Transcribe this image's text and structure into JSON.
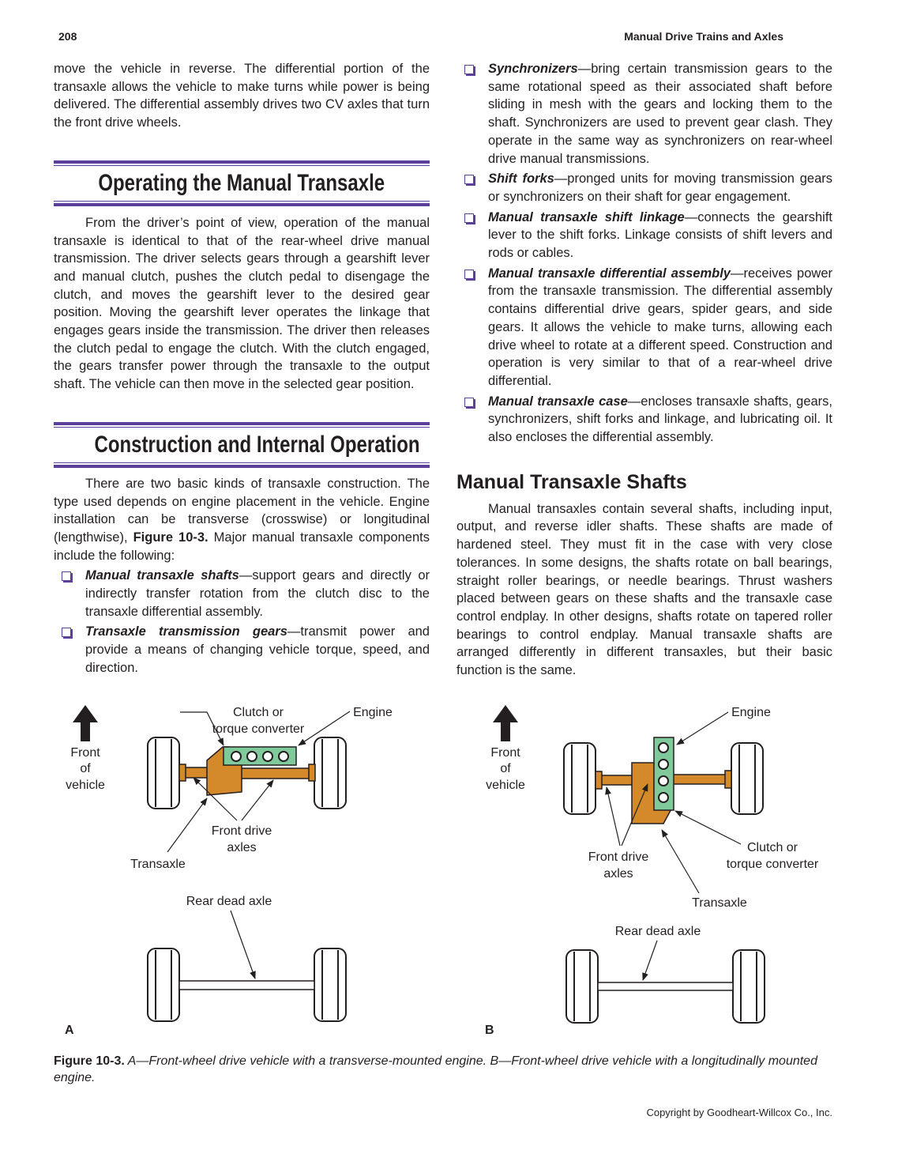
{
  "header": {
    "page_number": "208",
    "running_title": "Manual Drive Trains and Axles"
  },
  "left": {
    "para0": "move the vehicle in reverse. The differential portion of the transaxle allows the vehicle to make turns while power is being delivered. The differential assembly drives two CV axles that turn the front drive wheels.",
    "heading1": "Operating the Manual Transaxle",
    "para1": "From the driver’s point of view, operation of the manual transaxle is identical to that of the rear-wheel drive manual transmission. The driver selects gears through a gearshift lever and manual clutch, pushes the clutch pedal to disengage the clutch, and moves the gearshift lever to the desired gear position. Moving the gearshift lever operates the linkage that engages gears inside the trans­mission. The driver then releases the clutch pedal to engage the clutch. With the clutch engaged, the gears transfer power through the transaxle to the output shaft. The vehicle can then move in the selected gear position.",
    "heading2": "Construction and Internal Operation",
    "para2_a": "There are two basic kinds of transaxle construction. The type used depends on engine placement in the vehi­cle. Engine installation can be transverse (crosswise) or longitudinal (lengthwise), ",
    "para2_ref": "Figure 10-3.",
    "para2_b": " Major manual trans­axle components include the following:",
    "bullets": [
      {
        "term": "Manual transaxle shafts",
        "text": "—support gears and directly or indirectly transfer rotation from the clutch disc to the transaxle differential assembly."
      },
      {
        "term": "Transaxle transmission gears",
        "text": "—transmit power and provide a means of changing vehicle torque, speed, and direction."
      }
    ]
  },
  "right": {
    "bullets": [
      {
        "term": "Synchronizers",
        "text": "—bring certain transmission gears to the same rotational speed as their associated shaft before sliding in mesh with the gears and locking them to the shaft. Synchronizers are used to prevent gear clash. They operate in the same way as synchro­nizers on rear-wheel drive manual transmissions."
      },
      {
        "term": "Shift forks",
        "text": "—pronged units for moving transmission gears or synchronizers on their shaft for gear engagement."
      },
      {
        "term": "Manual transaxle shift linkage",
        "text": "—connects the gear­shift lever to the shift forks. Linkage consists of shift levers and rods or cables."
      },
      {
        "term": "Manual transaxle differential assembly",
        "text": "—receives power from the transaxle transmission. The differen­tial assembly contains differential drive gears, spider gears, and side gears. It allows the vehicle to make turns, allowing each drive wheel to rotate at a differ­ent speed. Construction and operation is very similar to that of a rear-wheel drive differential."
      },
      {
        "term": "Manual transaxle case",
        "text": "—encloses transaxle shafts, gears, synchronizers, shift forks and linkage, and lubri­cating oil. It also encloses the differential assembly."
      }
    ],
    "heading3": "Manual Transaxle Shafts",
    "para3": "Manual transaxles contain several shafts, including input, output, and reverse idler shafts. These shafts are made of hardened steel. They must fit in the case with very close tolerances. In some designs, the shafts rotate on ball bearings, straight roller bearings, or needle bearings. Thrust washers placed between gears on these shafts and the transaxle case control endplay. In other designs, shafts rotate on tapered roller bearings to control endplay. Manual transaxle shafts are arranged differently in different transaxles, but their basic function is the same."
  },
  "figure": {
    "colors": {
      "transaxle": "#d4892a",
      "engine": "#7fc99a",
      "rule": "#5b3f9a"
    },
    "a": {
      "panel_label": "A",
      "front": [
        "Front",
        "of",
        "vehicle"
      ],
      "clutch": [
        "Clutch or",
        "torque converter"
      ],
      "engine": "Engine",
      "axles": [
        "Front drive",
        "axles"
      ],
      "transaxle": "Transaxle",
      "rear": "Rear dead axle"
    },
    "b": {
      "panel_label": "B",
      "front": [
        "Front",
        "of",
        "vehicle"
      ],
      "engine": "Engine",
      "clutch": [
        "Clutch or",
        "torque converter"
      ],
      "axles": [
        "Front drive",
        "axles"
      ],
      "transaxle": "Transaxle",
      "rear": "Rear dead axle"
    },
    "caption_label": "Figure 10-3.",
    "caption_text": " A—Front-wheel drive vehicle with a transverse-mounted engine. B—Front-wheel drive vehicle with a longitudinally mounted engine."
  },
  "footer": {
    "copyright": "Copyright by Goodheart-Willcox Co., Inc."
  }
}
